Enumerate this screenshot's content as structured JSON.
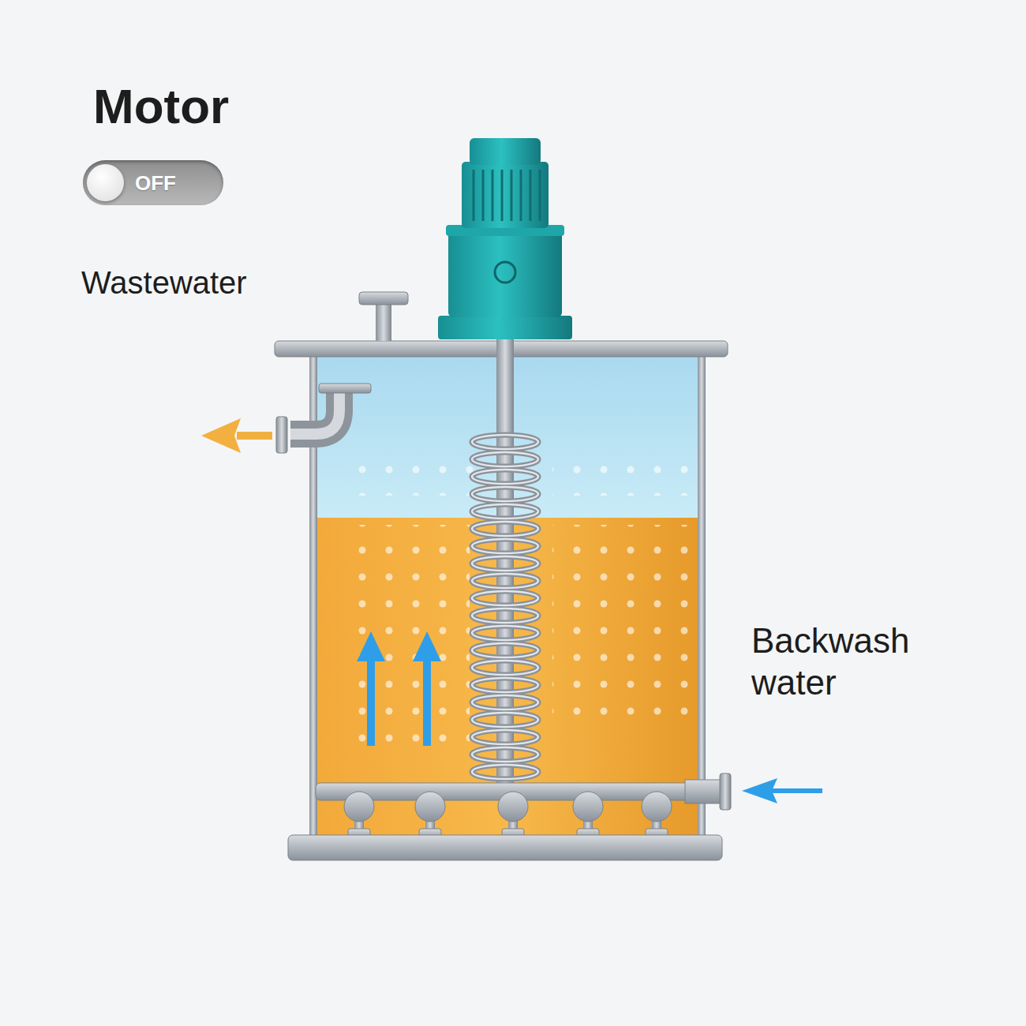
{
  "diagram": {
    "nodes": [
      {
        "text": [
          "OFF"
        ]
      }
    ],
    "labels": [
      "Motor",
      "Wastewater",
      "Backwash water"
    ]
  }
}
